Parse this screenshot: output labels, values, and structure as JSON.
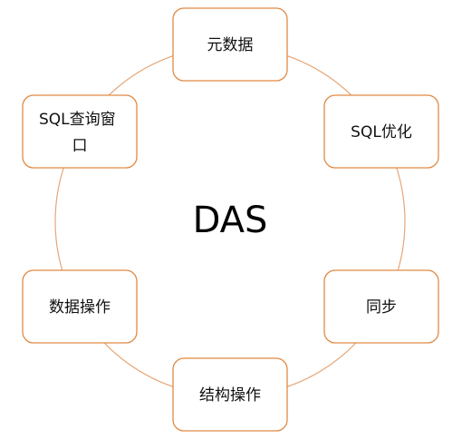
{
  "diagram": {
    "center_label": "DAS",
    "nodes": [
      {
        "label": "元数据"
      },
      {
        "label": "SQL优化"
      },
      {
        "label": "同步"
      },
      {
        "label": "结构操作"
      },
      {
        "label": "数据操作"
      },
      {
        "label": "SQL查询窗口"
      }
    ],
    "colors": {
      "ring": "#e6a676",
      "box_border": "#e08a45",
      "box_fill": "#ffffff",
      "text": "#111111"
    }
  }
}
